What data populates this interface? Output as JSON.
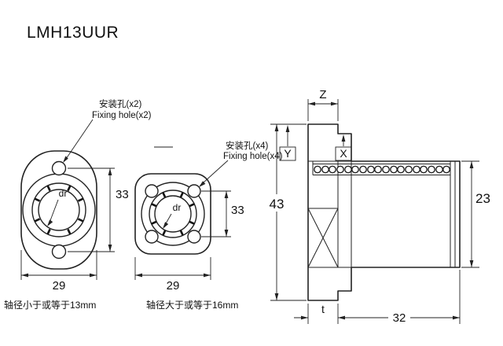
{
  "title": "LMH13UUR",
  "left_view": {
    "hole_label_cn": "安装孔(x2)",
    "hole_label_en": "Fixing hole(x2)",
    "bore_label": "dr",
    "dim_height": "33",
    "dim_width": "29",
    "note": "轴径小于或等于13mm"
  },
  "middle_view": {
    "hole_label_cn": "安装孔(x4)",
    "hole_label_en": "Fixing hole(x4)",
    "bore_label": "dr",
    "dim_height": "33",
    "dim_width": "29",
    "note": "轴径大于或等于16mm"
  },
  "side_view": {
    "dim_z": "Z",
    "dim_y": "Y",
    "dim_x": "X",
    "dim_flange_height": "43",
    "dim_outer_diameter": "23",
    "dim_flange_thickness": "t",
    "dim_length": "32"
  }
}
